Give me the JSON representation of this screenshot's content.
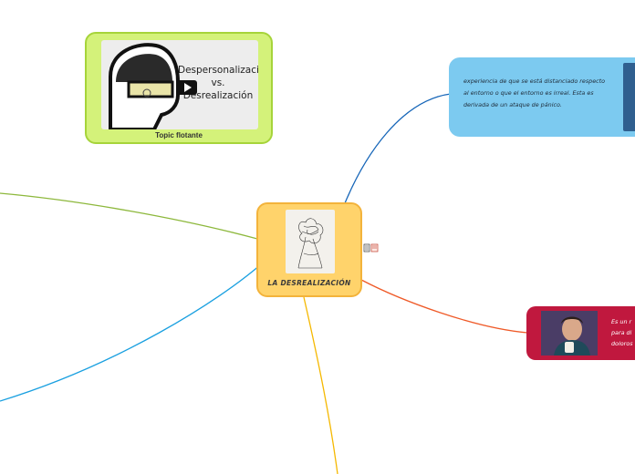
{
  "floating_topic": {
    "label": "Topic flotante",
    "video_title_line1": "Despersonalización",
    "video_title_line2": "vs.",
    "video_title_line3": "Desrealización",
    "play_icon": "play-icon",
    "color": "#d4f27a"
  },
  "central_topic": {
    "label": "LA DESREALIZACIÓN",
    "image": "sad-figure-illustration",
    "icons": [
      "notes-icon",
      "attachment-icon"
    ],
    "color": "#ffd36b"
  },
  "blue_topic": {
    "line1": "experiencia de que se está distanciado respecto",
    "line2": "al entorno o que el entorno es irreal. Esta es",
    "line3": "derivada de un ataque de pánico.",
    "color": "#7ccaf0"
  },
  "red_topic": {
    "line1": "Es un r",
    "line2": "para di",
    "line3": "doloros",
    "color": "#c0183e"
  },
  "connector_colors": {
    "green": "#8db83c",
    "blue_left": "#1aa0e0",
    "dark_blue": "#1565b8",
    "orange_red": "#ef5a28",
    "yellow": "#f5b800"
  }
}
